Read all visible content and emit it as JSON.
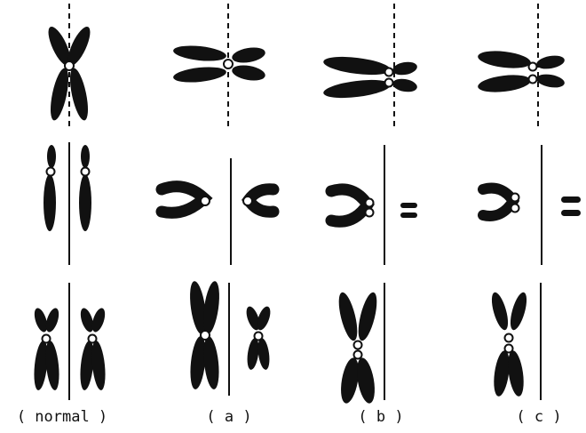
{
  "figure": {
    "columns": [
      {
        "id": "normal",
        "label": "( normal )"
      },
      {
        "id": "a",
        "label": "( a )"
      },
      {
        "id": "b",
        "label": "( b )"
      },
      {
        "id": "c",
        "label": "( c )"
      }
    ],
    "colors": {
      "ink": "#111111",
      "paper": "#ffffff"
    }
  }
}
